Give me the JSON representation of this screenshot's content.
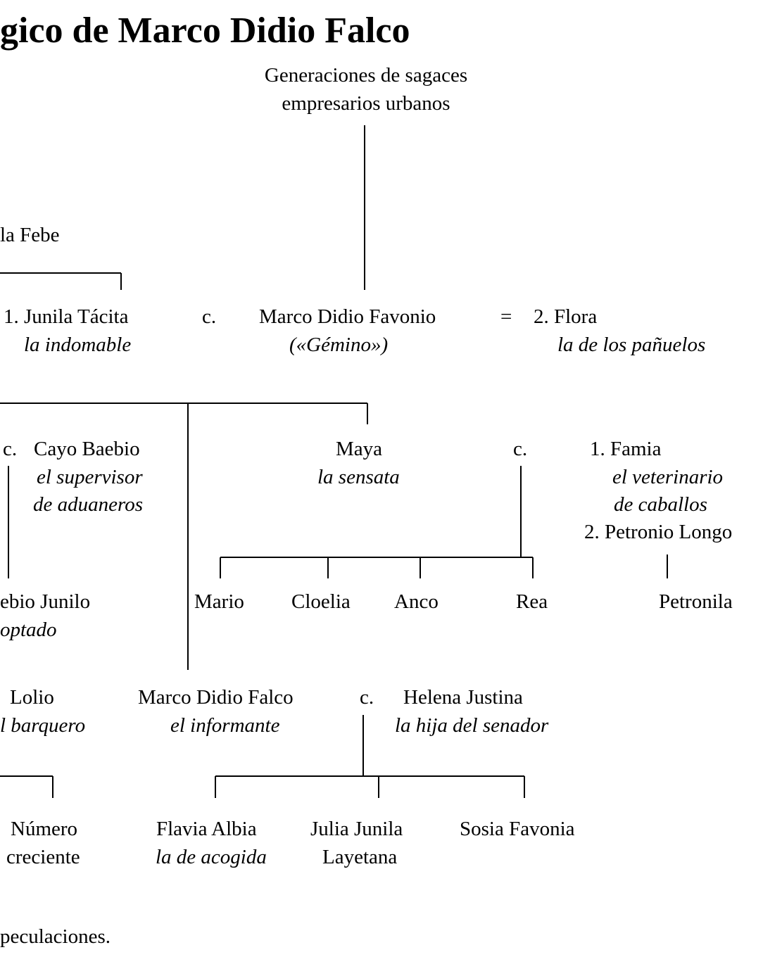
{
  "title": "gico de Marco Didio Falco",
  "root": {
    "line1": "Generaciones de sagaces",
    "line2": "empresarios urbanos"
  },
  "left_top": "la Febe",
  "spouse_1": {
    "name": "1. Junila Tácita",
    "epithet": "la indomable"
  },
  "conj_c1": "c.",
  "favonio": {
    "name": "Marco Didio Favonio",
    "nickname": "(«Gémino»)"
  },
  "eq_sign": "=",
  "spouse_2": {
    "name": "2. Flora",
    "epithet": "la de los pañuelos"
  },
  "conj_c2": "c.",
  "cayo": {
    "name": "Cayo Baebio",
    "epithet1": "el supervisor",
    "epithet2": "de aduaneros"
  },
  "maya": {
    "name": "Maya",
    "epithet": "la sensata"
  },
  "conj_c3": "c.",
  "famia": {
    "name": "1. Famia",
    "epithet1": "el veterinario",
    "epithet2": "de caballos",
    "second": "2. Petronio Longo"
  },
  "maya_children": [
    "Mario",
    "Cloelia",
    "Anco",
    "Rea"
  ],
  "petronila": "Petronila",
  "baebio_junilo": {
    "name": "ebio Junilo",
    "epithet": "optado"
  },
  "lolio": {
    "name": "Lolio",
    "epithet": "l barquero"
  },
  "falco": {
    "name": "Marco Didio Falco",
    "epithet": "el informante"
  },
  "conj_c4": "c.",
  "helena": {
    "name": "Helena Justina",
    "epithet": "la hija del senador"
  },
  "numero": {
    "line1": "Número",
    "line2": "creciente"
  },
  "falco_children": {
    "flavia": {
      "name": "Flavia Albia",
      "epithet": "la de acogida"
    },
    "julia": {
      "line1": "Julia Junila",
      "line2": "Layetana"
    },
    "sosia": "Sosia Favonia"
  },
  "footnote": "peculaciones."
}
